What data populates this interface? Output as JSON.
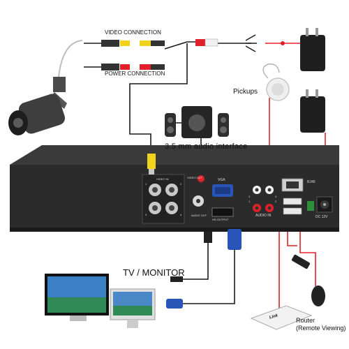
{
  "labels": {
    "video_connection": "VIDEO CONNECTION",
    "power_connection": "POWER CONNECTION",
    "pickups": "Pickups",
    "audio_interface": "3.5 mm audio interface",
    "tv_monitor": "TV / MONITOR",
    "router_line1": "Router",
    "router_line2": "(Remote Viewing)"
  },
  "panel": {
    "video_in": "VIDEO IN",
    "video_out": "VIDEO OUT",
    "audio_out": "AUDIO OUT",
    "vga": "VGA",
    "hd_output": "HD OUTPUT",
    "audio_in": "AUDIO IN",
    "rj45": "RJ45",
    "dc": "DC 12V",
    "port_numbers": [
      "1",
      "2",
      "3",
      "4"
    ],
    "audio_numbers": [
      "3",
      "4",
      "1",
      "2"
    ]
  },
  "router_brand": "Link",
  "colors": {
    "cable_black": "#1a1a1a",
    "cable_red": "#e0202a",
    "dvr_body": "#2b2b2b",
    "panel": "#303030",
    "bnc_yellow": "#f2d21b",
    "vga_blue": "#2a55b8"
  }
}
